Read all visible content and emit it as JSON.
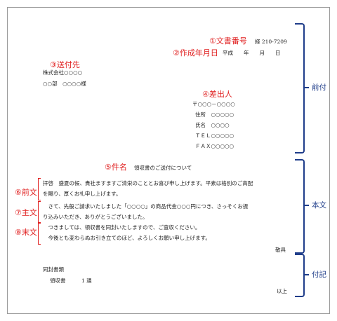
{
  "doc_number": {
    "label": "①文書番号",
    "value": "経 210-7209"
  },
  "created_date": {
    "label": "②作成年月日",
    "value": "平成　　年　　月　　日"
  },
  "recipient": {
    "label": "③送付先",
    "company": "株式会社○○○○",
    "person": "○○部　○○○○様"
  },
  "sender": {
    "label": "④差出人",
    "postal": "〒○○○－○○○○",
    "address": "住所　○○○○○",
    "name": "氏名　○○○○",
    "tel": "ＴＥＬ○○○○○",
    "fax": "ＦＡＸ○○○○○"
  },
  "subject": {
    "label": "⑤件名",
    "value": "領収書のご送付について"
  },
  "body": {
    "intro_label": "⑥前文",
    "intro_line1": "拝啓　盛夏の候、貴社ますますご清栄のこととお喜び申し上げます。平素は格別のご高配",
    "intro_line2": "を賜り、厚くお礼申し上げます。",
    "main_label": "⑦主文",
    "main_line1": "　さて、先般ご請求いたしました「○○○○」の商品代金○○○円につき、さっそくお振",
    "main_line2": "り込みいただき、ありがとうございました。",
    "end_label": "⑧末文",
    "end_line1": "　つきましては、領収書を同封いたしますので、ご査収ください。",
    "end_line2": "　今後とも変わらぬお引き立てのほど、よろしくお願い申し上げます。",
    "closing": "敬具"
  },
  "enclosure": {
    "heading": "同封書類",
    "item": "領収書　　　1 通",
    "end": "以上"
  },
  "sections": {
    "front": "前付",
    "main": "本文",
    "appendix": "付記"
  }
}
